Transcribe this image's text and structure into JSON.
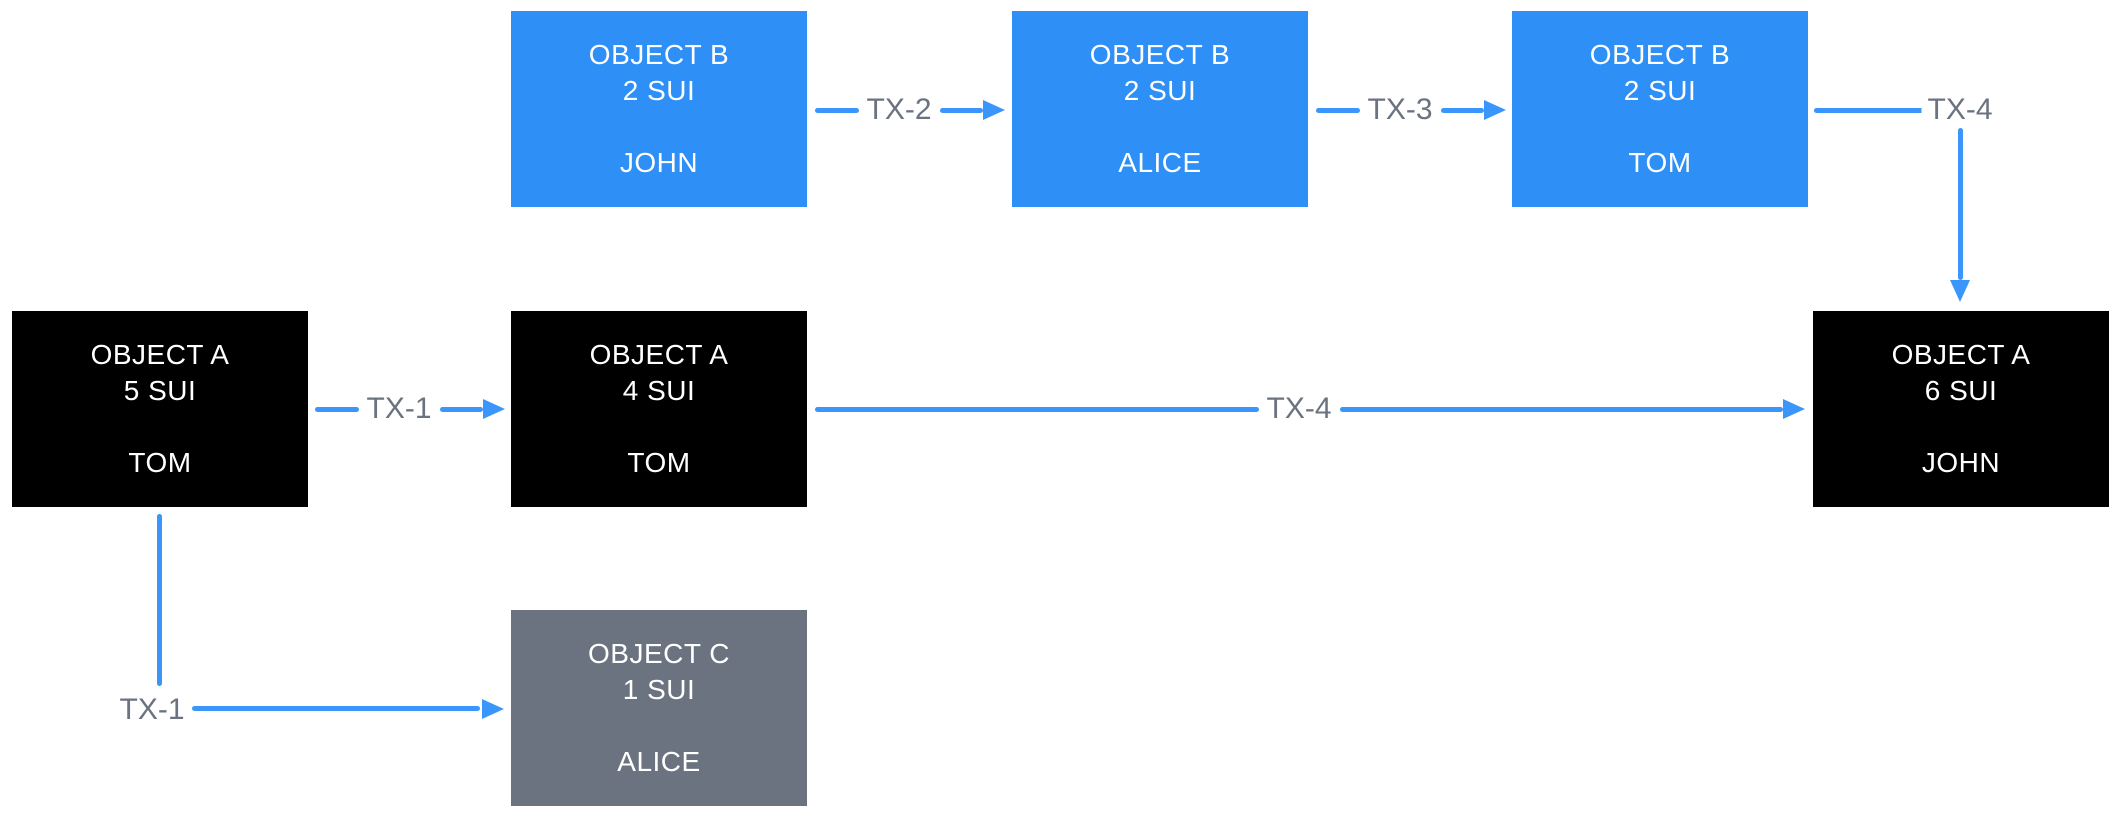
{
  "colors": {
    "node-blue": "#2e8ff6",
    "node-black": "#000000",
    "node-gray": "#6b7380",
    "arrow-blue": "#3a96fb",
    "label-gray": "#6b7280"
  },
  "nodes": {
    "b1": {
      "title": "OBJECT B",
      "amount": "2 SUI",
      "owner": "JOHN"
    },
    "b2": {
      "title": "OBJECT B",
      "amount": "2 SUI",
      "owner": "ALICE"
    },
    "b3": {
      "title": "OBJECT B",
      "amount": "2 SUI",
      "owner": "TOM"
    },
    "a1": {
      "title": "OBJECT A",
      "amount": "5 SUI",
      "owner": "TOM"
    },
    "a2": {
      "title": "OBJECT A",
      "amount": "4 SUI",
      "owner": "TOM"
    },
    "a3": {
      "title": "OBJECT A",
      "amount": "6 SUI",
      "owner": "JOHN"
    },
    "c1": {
      "title": "OBJECT C",
      "amount": "1 SUI",
      "owner": "ALICE"
    }
  },
  "edges": {
    "tx1_horizontal": {
      "label": "TX-1"
    },
    "tx1_elbow": {
      "label": "TX-1"
    },
    "tx2": {
      "label": "TX-2"
    },
    "tx3": {
      "label": "TX-3"
    },
    "tx4_long": {
      "label": "TX-4"
    },
    "tx4_elbow": {
      "label": "TX-4"
    }
  }
}
